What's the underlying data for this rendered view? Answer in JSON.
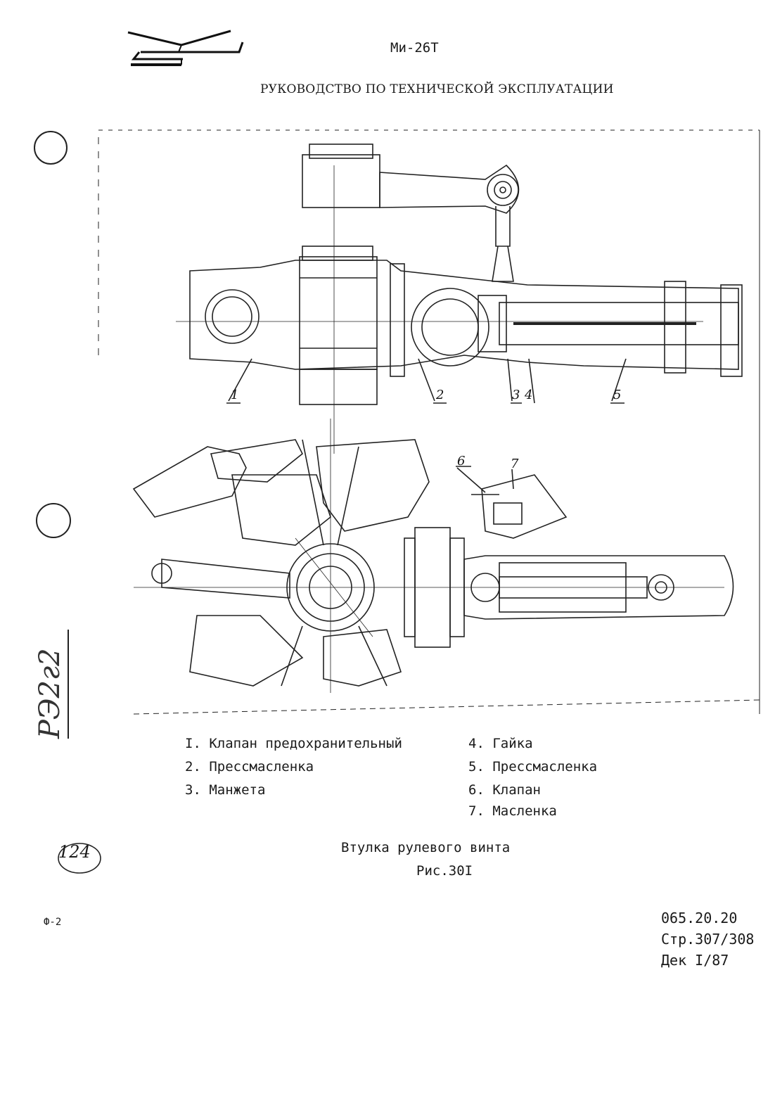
{
  "header": {
    "model": "Ми-26Т",
    "manual_title": "РУКОВОДСТВО ПО ТЕХНИЧЕСКОЙ ЭКСПЛУАТАЦИИ"
  },
  "drawing": {
    "callouts": [
      "1",
      "2",
      "3",
      "4",
      "5",
      "6",
      "7"
    ]
  },
  "legend": {
    "left": [
      {
        "num": "I.",
        "text": "Клапан предохранительный"
      },
      {
        "num": "2.",
        "text": "Прессмасленка"
      },
      {
        "num": "3.",
        "text": "Манжета"
      }
    ],
    "right": [
      {
        "num": "4.",
        "text": "Гайка"
      },
      {
        "num": "5.",
        "text": "Прессмасленка"
      },
      {
        "num": "6.",
        "text": "Клапан"
      },
      {
        "num": "7.",
        "text": "Масленка"
      }
    ]
  },
  "caption": {
    "title": "Втулка рулевого винта",
    "figure": "Рис.30I"
  },
  "footer": {
    "doc_code": "065.20.20",
    "page": "Стр.307/308",
    "date": "Дек I/87",
    "form": "Ф-2",
    "stamp": "124",
    "archive_mark": "РЭ2г2"
  }
}
